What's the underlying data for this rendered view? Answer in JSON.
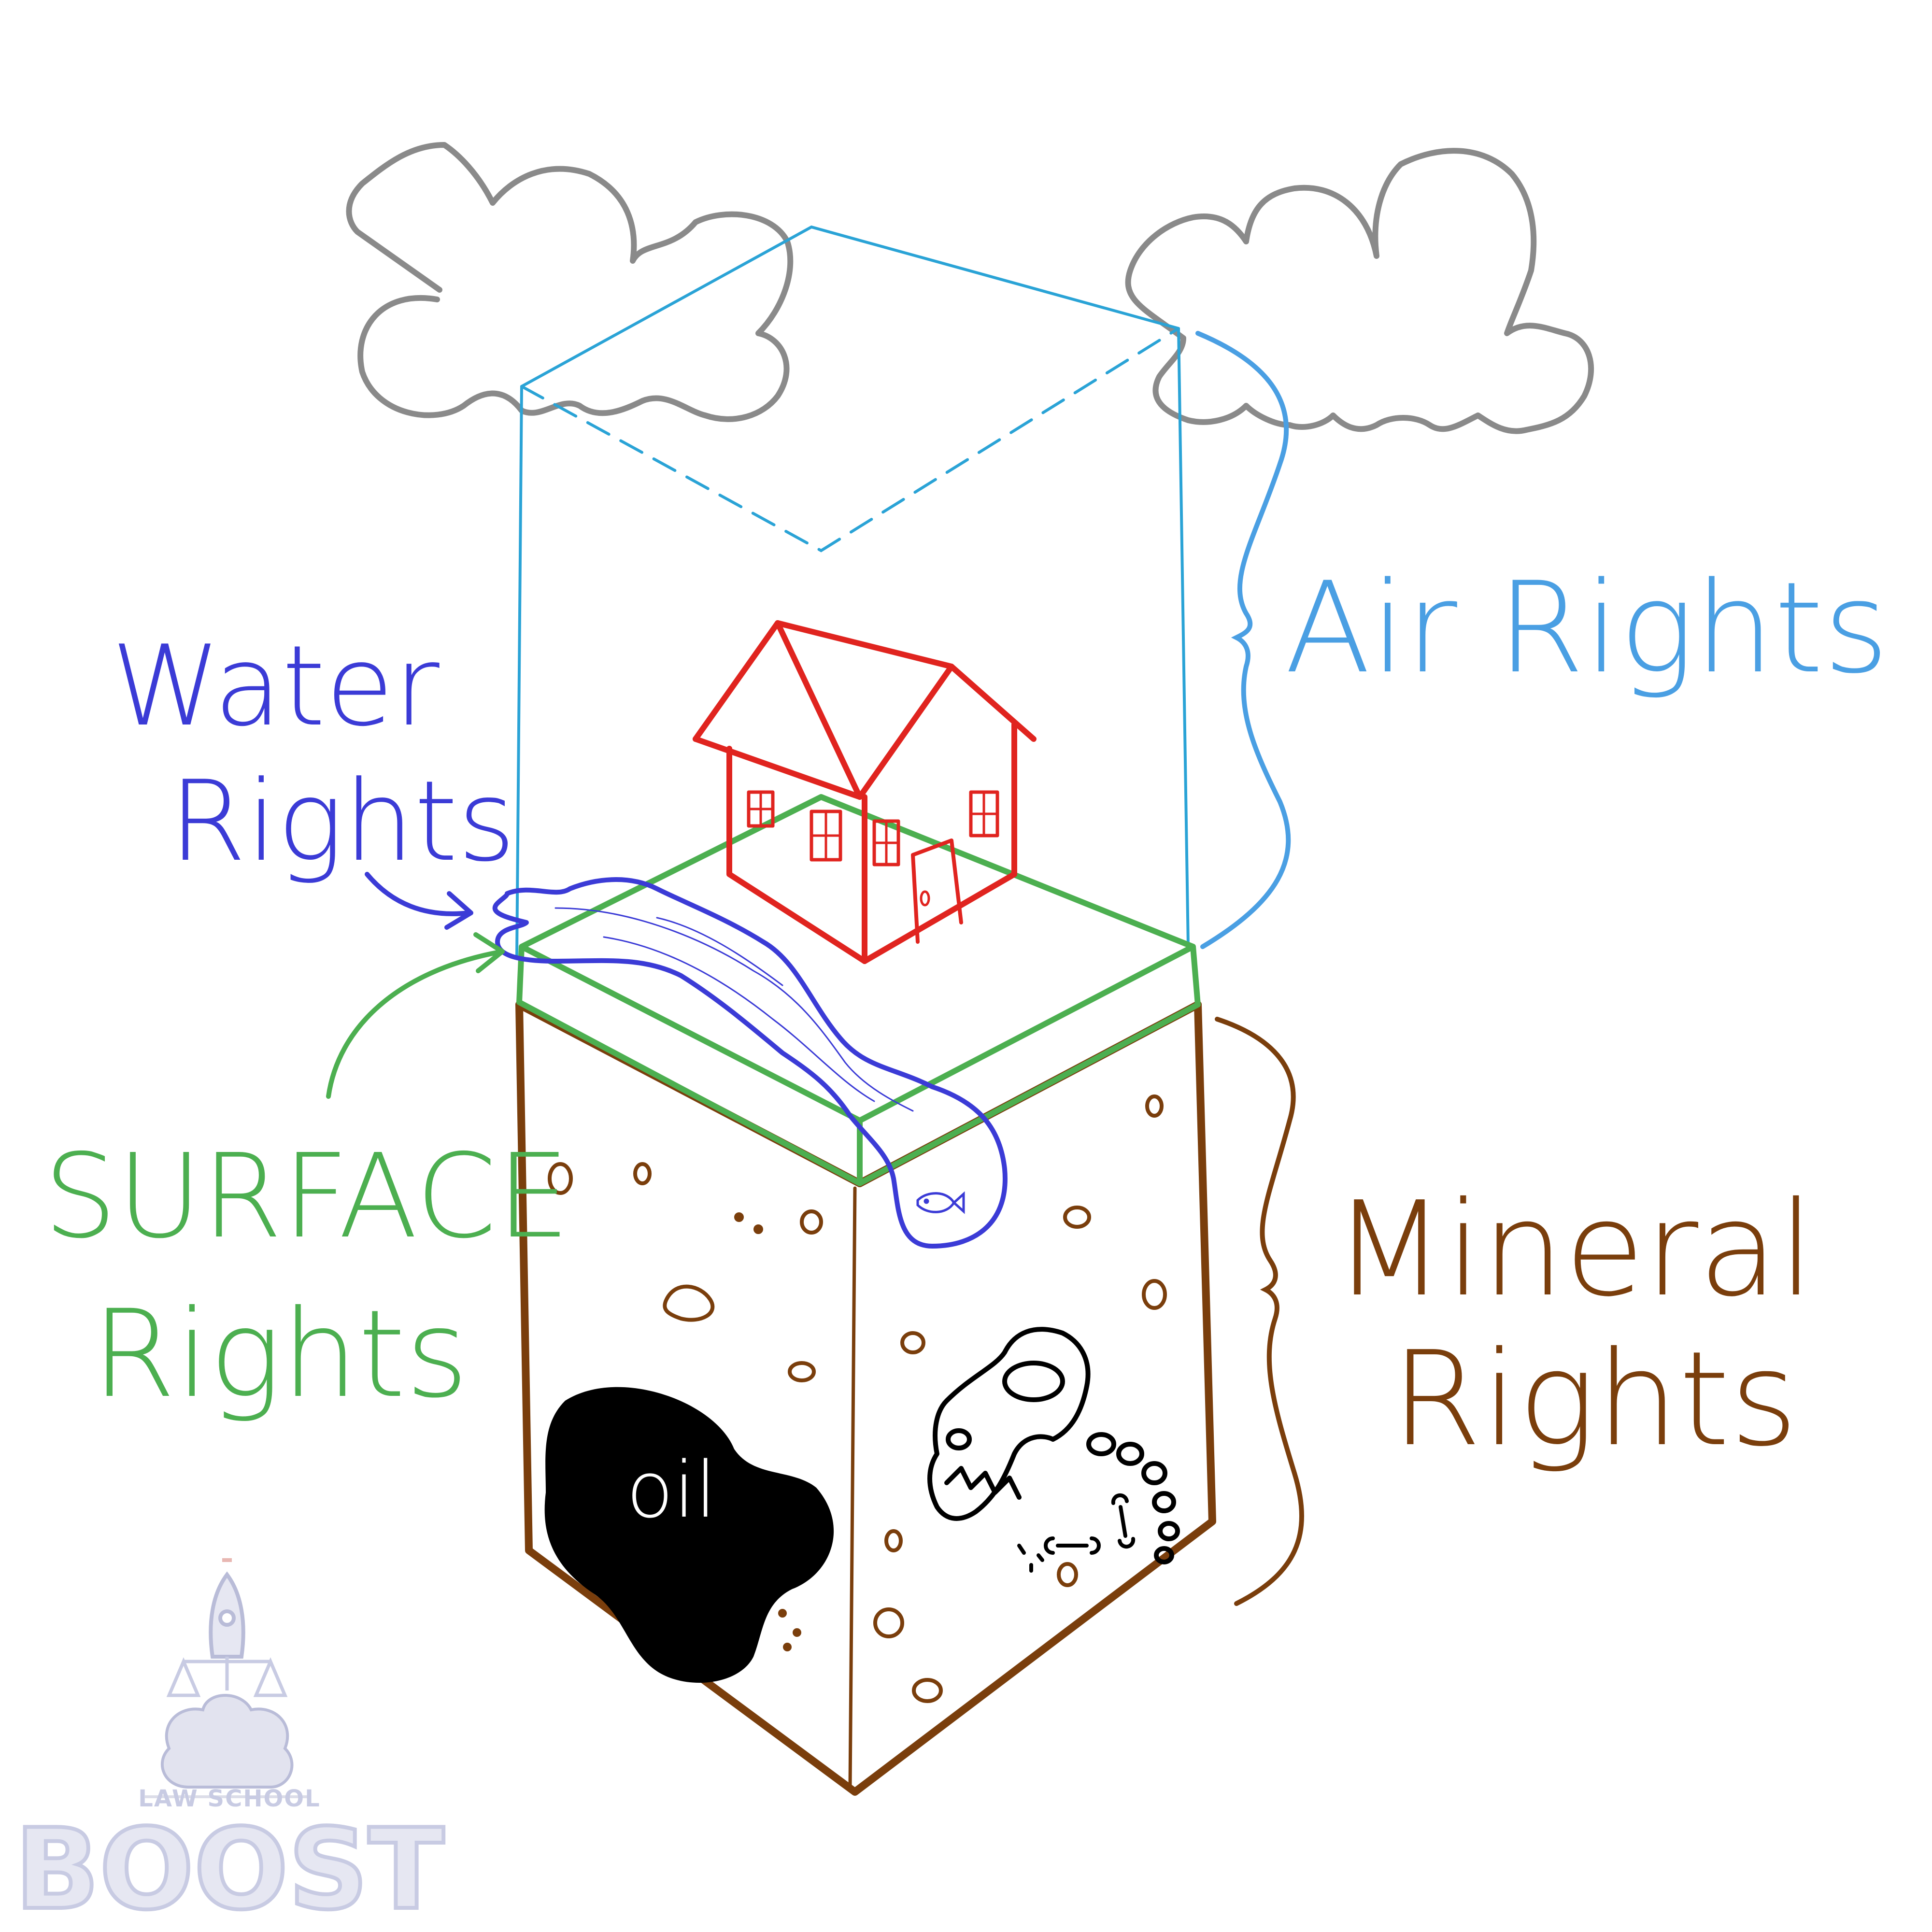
{
  "colors": {
    "air": "#4a9fe3",
    "air_box": "#2aa3d6",
    "water": "#3b3bd6",
    "surface": "#4caf50",
    "mineral": "#7a3e0c",
    "house": "#e0241f",
    "cloud": "#8a8a8a",
    "oil": "#000000",
    "logo": "#c8cbe3"
  },
  "labels": {
    "air_rights": "Air Rights",
    "water_line1": "Water",
    "water_line2": "Rights",
    "surface_line1": "SURFACE",
    "surface_line2": "Rights",
    "mineral_line1": "Mineral",
    "mineral_line2": "Rights",
    "oil": "oil"
  },
  "logo": {
    "small": "LAW SCHOOL",
    "big": "BOOST"
  },
  "icons": [
    "cloud-icon",
    "house-icon",
    "fish-icon",
    "dinosaur-skull-icon",
    "bone-icon",
    "rocket-icon",
    "scales-icon",
    "brain-icon"
  ]
}
